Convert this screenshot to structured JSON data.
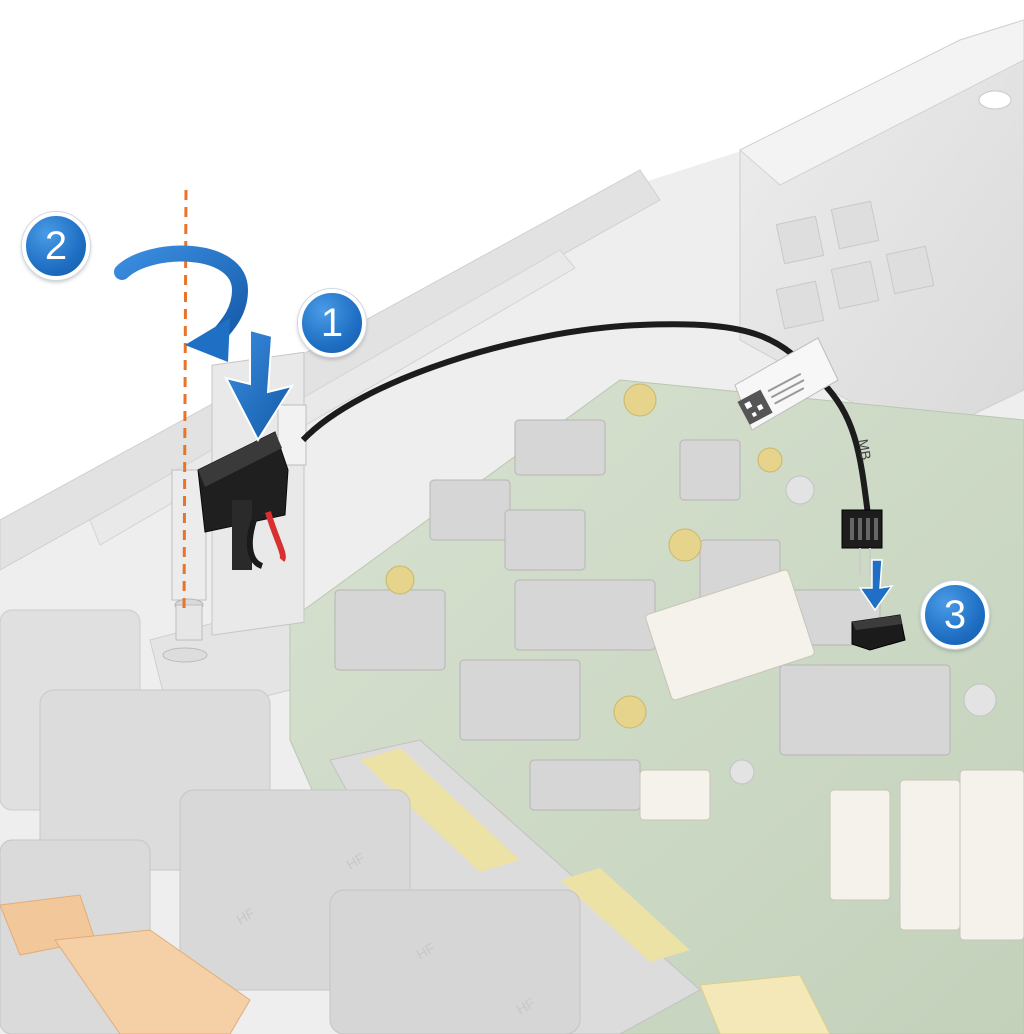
{
  "steps": [
    {
      "number": "1"
    },
    {
      "number": "2"
    },
    {
      "number": "3"
    }
  ],
  "cable_label_text": "MB",
  "fan_markings": [
    "HF",
    "HF",
    "HF",
    "HF"
  ],
  "colors": {
    "callout_blue": "#1f6fc4",
    "callout_blue_light": "#3b8de0",
    "alignment_line": "#e8742a",
    "cable": "#1c1c1c",
    "board_green": "#cdd9c6",
    "chassis_gray": "#e6e6e6",
    "latch_orange": "#f2c79a"
  }
}
